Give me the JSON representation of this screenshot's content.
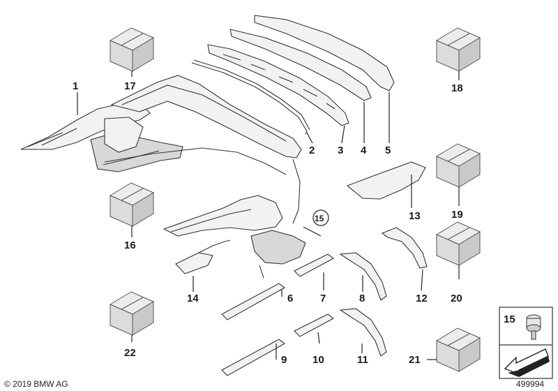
{
  "labels": {
    "l1": "1",
    "l2": "2",
    "l3": "3",
    "l4": "4",
    "l5": "5",
    "l6": "6",
    "l7": "7",
    "l8": "8",
    "l9": "9",
    "l10": "10",
    "l11": "11",
    "l12": "12",
    "l13": "13",
    "l14": "14",
    "l15": "15",
    "l16": "16",
    "l17": "17",
    "l18": "18",
    "l19": "19",
    "l20": "20",
    "l21": "21",
    "l22": "22"
  },
  "legend_box": {
    "label": "15"
  },
  "footer": {
    "copyright": "© 2019 BMW AG",
    "diagram_id": "499994"
  }
}
